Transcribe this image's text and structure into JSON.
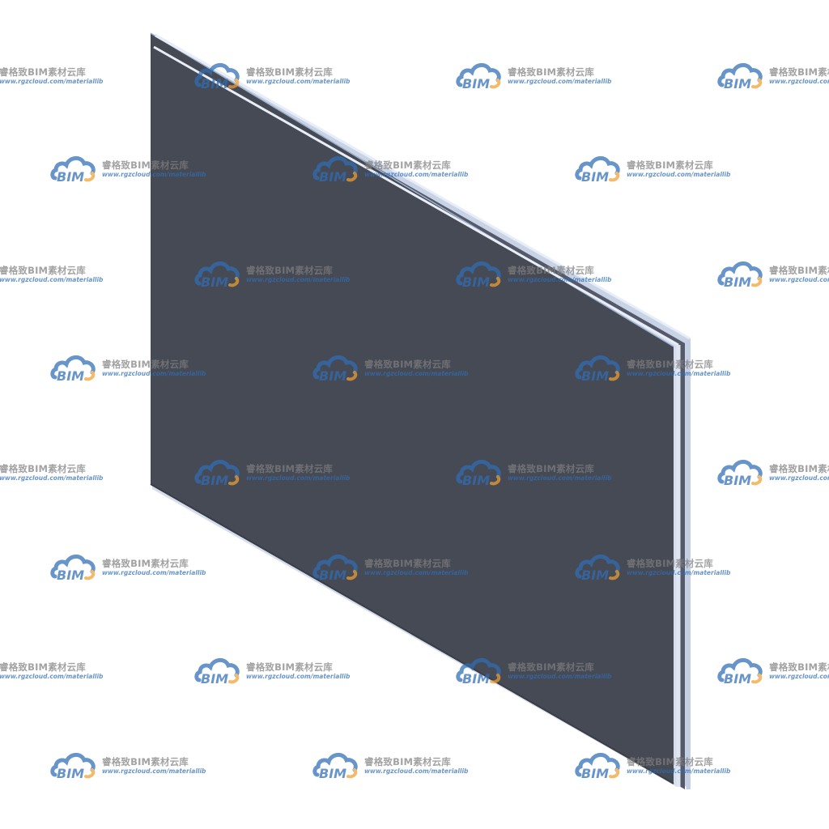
{
  "model_view": {
    "panel_face_color": "#464a55",
    "panel_layer_color": "#c9d3e6",
    "panel_edge_color": "#9fb0cc",
    "background_color": "#ffffff"
  },
  "watermark": {
    "logo_text": "BIM",
    "title": "睿格致BIM素材云库",
    "url": "www.rgzcloud.com/materiallib",
    "logo_blue": "#2f6db5",
    "logo_orange": "#f0a030"
  }
}
